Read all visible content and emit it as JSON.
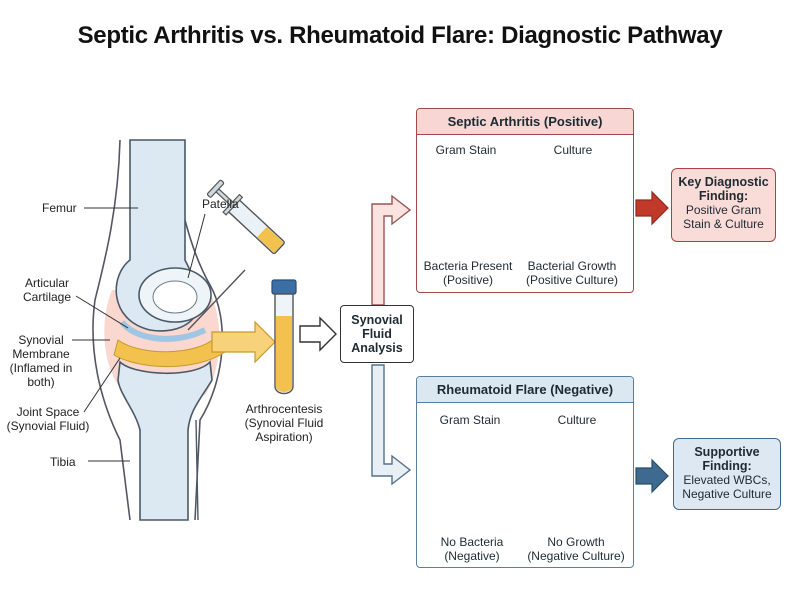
{
  "title": "Septic Arthritis vs. Rheumatoid Flare: Diagnostic Pathway",
  "anatomy": {
    "femur": "Femur",
    "patella": "Patella",
    "cartilage_line1": "Articular",
    "cartilage_line2": "Cartilage",
    "synovial_line1": "Synovial",
    "synovial_line2": "Membrane",
    "synovial_line3": "(Inflamed in",
    "synovial_line4": "both)",
    "space_line1": "Joint Space",
    "space_line2": "(Synovial Fluid)",
    "tibia": "Tibia"
  },
  "arthrocentesis": {
    "line1": "Arthrocentesis",
    "line2": "(Synovial Fluid",
    "line3": "Aspiration)"
  },
  "analysis": {
    "line1": "Synovial",
    "line2": "Fluid",
    "line3": "Analysis"
  },
  "septic": {
    "title": "Septic Arthritis (Positive)",
    "gram_label": "Gram Stain",
    "culture_label": "Culture",
    "gram_caption_line1": "Bacteria Present",
    "gram_caption_line2": "(Positive)",
    "culture_caption_line1": "Bacterial Growth",
    "culture_caption_line2": "(Positive Culture)",
    "finding_title_line1": "Key Diagnostic",
    "finding_title_line2": "Finding:",
    "finding_text_line1": "Positive Gram",
    "finding_text_line2": "Stain & Culture"
  },
  "ra": {
    "title": "Rheumatoid Flare (Negative)",
    "gram_label": "Gram Stain",
    "culture_label": "Culture",
    "gram_caption_line1": "No Bacteria",
    "gram_caption_line2": "(Negative)",
    "culture_caption_line1": "No Growth",
    "culture_caption_line2": "(Negative Culture)",
    "finding_title_line1": "Supportive",
    "finding_title_line2": "Finding:",
    "finding_text_line1": "Elevated WBCs,",
    "finding_text_line2": "Negative Culture"
  },
  "colors": {
    "septic_accent": "#c0392b",
    "ra_accent": "#3d6a8e",
    "fluid": "#f2c14e",
    "bone": "#dde9f2"
  }
}
